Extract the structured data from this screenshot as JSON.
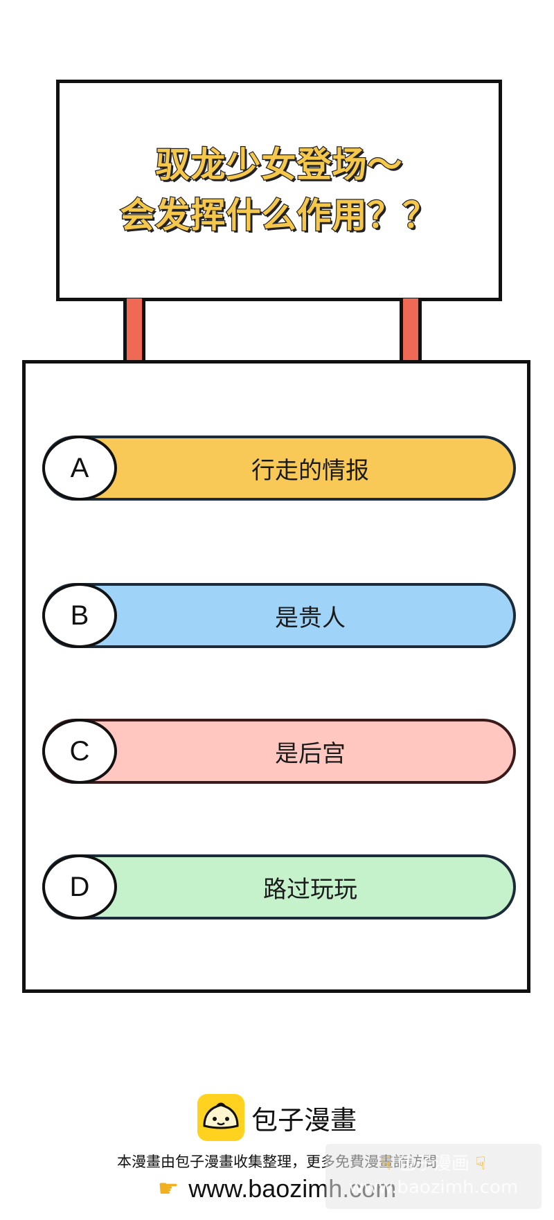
{
  "sign": {
    "line1": "驭龙少女登场～",
    "line2": "会发挥什么作用？？"
  },
  "options": [
    {
      "letter": "A",
      "text": "行走的情报",
      "color": "#f8c956"
    },
    {
      "letter": "B",
      "text": "是贵人",
      "color": "#9fd3f8"
    },
    {
      "letter": "C",
      "text": "是后宫",
      "color": "#ffc7c0"
    },
    {
      "letter": "D",
      "text": "路过玩玩",
      "color": "#c5f1cb"
    }
  ],
  "footer": {
    "brand_name": "包子漫畫",
    "notice": "本漫畫由包子漫畫收集整理，更多免費漫畫請訪問",
    "url": "www.baozimh.com",
    "logo_icon": "bun-logo-icon",
    "pointer_icon": "pointing-hand-icon"
  },
  "watermark": {
    "line1": "包子漫画",
    "line2": "www.baozimh.com"
  },
  "colors": {
    "post": "#ef6a54",
    "title_fill": "#f5c84c",
    "logo_bg": "#ffd21f"
  }
}
